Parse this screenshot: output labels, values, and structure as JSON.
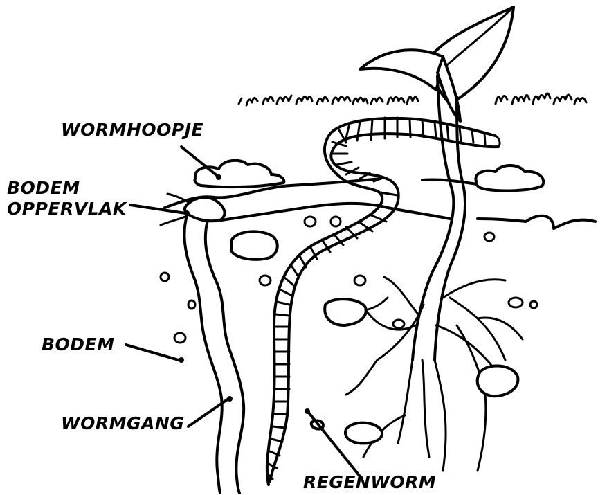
{
  "diagram": {
    "labels": {
      "wormhoopje": "WORMHOOPJE",
      "bodem_line1": "BODEM",
      "bodem_line2": "OPPERVLAK",
      "bodem": "BODEM",
      "wormgang": "WORMGANG",
      "regenworm": "REGENWORM"
    },
    "colors": {
      "ink": "#000000",
      "paper": "#ffffff"
    }
  }
}
